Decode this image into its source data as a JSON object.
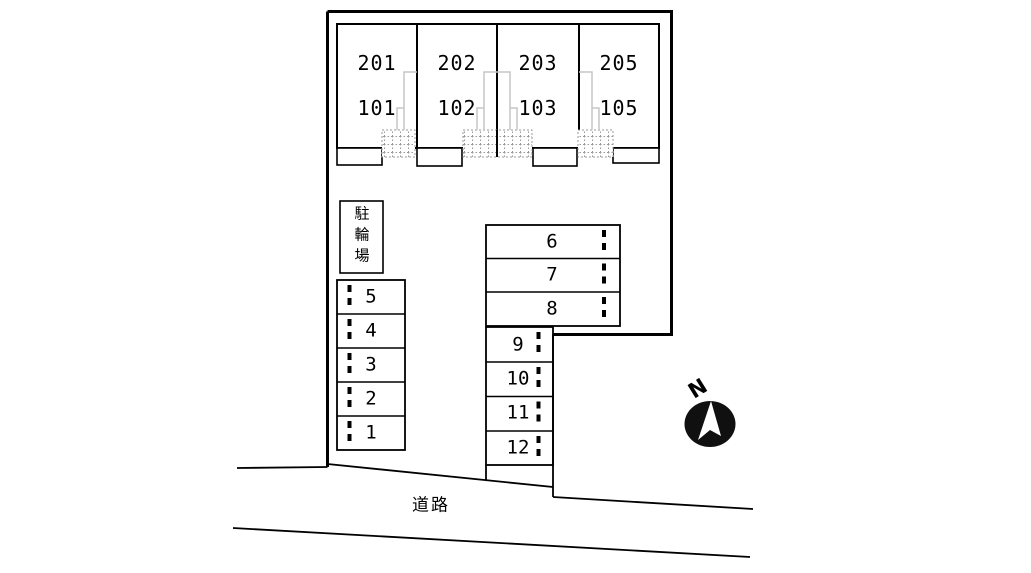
{
  "building": {
    "units": [
      {
        "upper": "201",
        "lower": "101"
      },
      {
        "upper": "202",
        "lower": "102"
      },
      {
        "upper": "203",
        "lower": "103"
      },
      {
        "upper": "205",
        "lower": "105"
      }
    ]
  },
  "bicycle_parking": {
    "label": "駐輪場"
  },
  "parking": {
    "left_column": [
      "5",
      "4",
      "3",
      "2",
      "1"
    ],
    "middle_rows": [
      "6",
      "7",
      "8"
    ],
    "right_column": [
      "9",
      "10",
      "11",
      "12"
    ]
  },
  "road": {
    "label": "道路"
  },
  "compass": {
    "label": "N"
  },
  "colors": {
    "line": "#000000",
    "stair": "#c6c6c6",
    "hatch": "#9a9a9a",
    "compass_fill": "#101010",
    "background": "#ffffff"
  }
}
